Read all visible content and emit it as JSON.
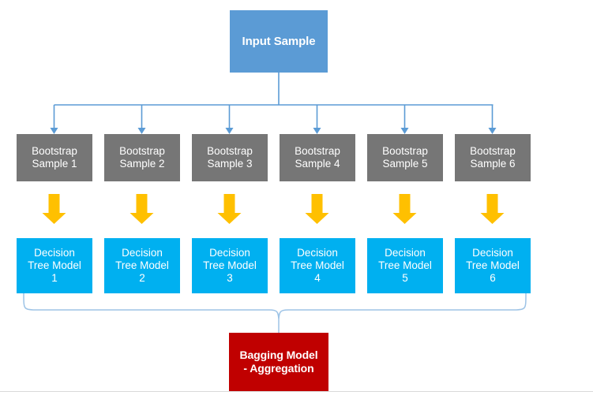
{
  "diagram": {
    "title_node": {
      "label": "Input Sample",
      "color": "#5B9BD5"
    },
    "bootstrap_row": {
      "color": "#767676",
      "nodes": [
        {
          "label": "Bootstrap\nSample 1"
        },
        {
          "label": "Bootstrap\nSample 2"
        },
        {
          "label": "Bootstrap\nSample 3"
        },
        {
          "label": "Bootstrap\nSample 4"
        },
        {
          "label": "Bootstrap\nSample 5"
        },
        {
          "label": "Bootstrap\nSample 6"
        }
      ]
    },
    "tree_row": {
      "color": "#00B0F0",
      "nodes": [
        {
          "label": "Decision\nTree Model\n1"
        },
        {
          "label": "Decision\nTree Model\n2"
        },
        {
          "label": "Decision\nTree Model\n3"
        },
        {
          "label": "Decision\nTree Model\n4"
        },
        {
          "label": "Decision\nTree Model\n5"
        },
        {
          "label": "Decision\nTree Model\n6"
        }
      ]
    },
    "aggregation_node": {
      "label": "Bagging Model\n- Aggregation",
      "color": "#C00000"
    },
    "connectors": {
      "split_line_color": "#5B9BD5",
      "brace_color": "#9DC3E6",
      "block_arrow_color": "#FFC000",
      "block_arrow_count": 6
    }
  }
}
